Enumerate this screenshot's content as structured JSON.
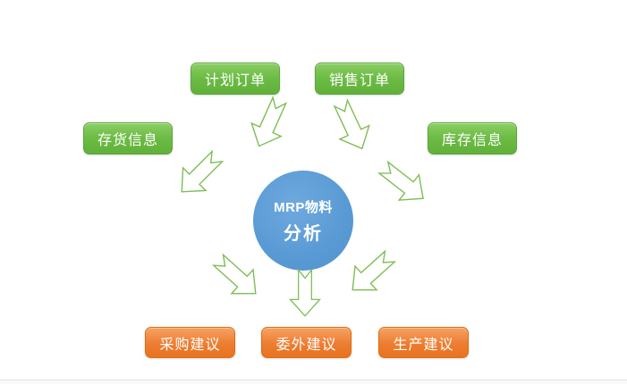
{
  "diagram": {
    "center": {
      "line1": "MRP物料",
      "line2": "分析"
    },
    "inputs": [
      {
        "id": "planned-orders",
        "label": "计划订单"
      },
      {
        "id": "sales-orders",
        "label": "销售订单"
      },
      {
        "id": "inventory-info",
        "label": "存货信息"
      },
      {
        "id": "stock-info",
        "label": "库存信息"
      }
    ],
    "outputs": [
      {
        "id": "purchase-suggestion",
        "label": "采购建议"
      },
      {
        "id": "outsource-suggestion",
        "label": "委外建议"
      },
      {
        "id": "production-suggestion",
        "label": "生产建议"
      }
    ],
    "colors": {
      "input_box_green": "#6cbb45",
      "output_box_orange": "#ed7d31",
      "center_circle_blue": "#5b9bd5",
      "arrow_outline_green": "#7fbd55"
    }
  }
}
